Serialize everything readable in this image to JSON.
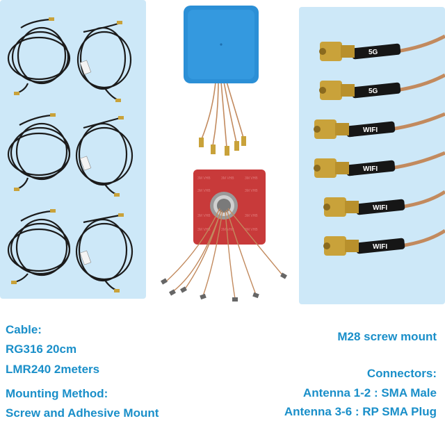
{
  "specs": {
    "cable_title": "Cable:",
    "cable_line1": "RG316 20cm",
    "cable_line2": "LMR240 2meters",
    "mounting_title": "Mounting Method:",
    "mounting_value": "Screw and Adhesive Mount"
  },
  "mount": {
    "screw": "M28 screw mount"
  },
  "connectors": {
    "title": "Connectors:",
    "antenna_1_2": "Antenna 1-2 : SMA Male",
    "antenna_3_6": "Antenna 3-6 : RP SMA Plug"
  },
  "cable_labels": [
    "5G",
    "5G",
    "WIFI",
    "WIFI",
    "WIFI",
    "WIFI"
  ],
  "colors": {
    "text_accent": "#1a8fc9",
    "panel_bg": "#cde8f8",
    "antenna_body": "#2b8fd6",
    "adhesive_pad": "#c83a3a",
    "brass": "#c9a23a",
    "coax_brown": "#c28a5e"
  }
}
